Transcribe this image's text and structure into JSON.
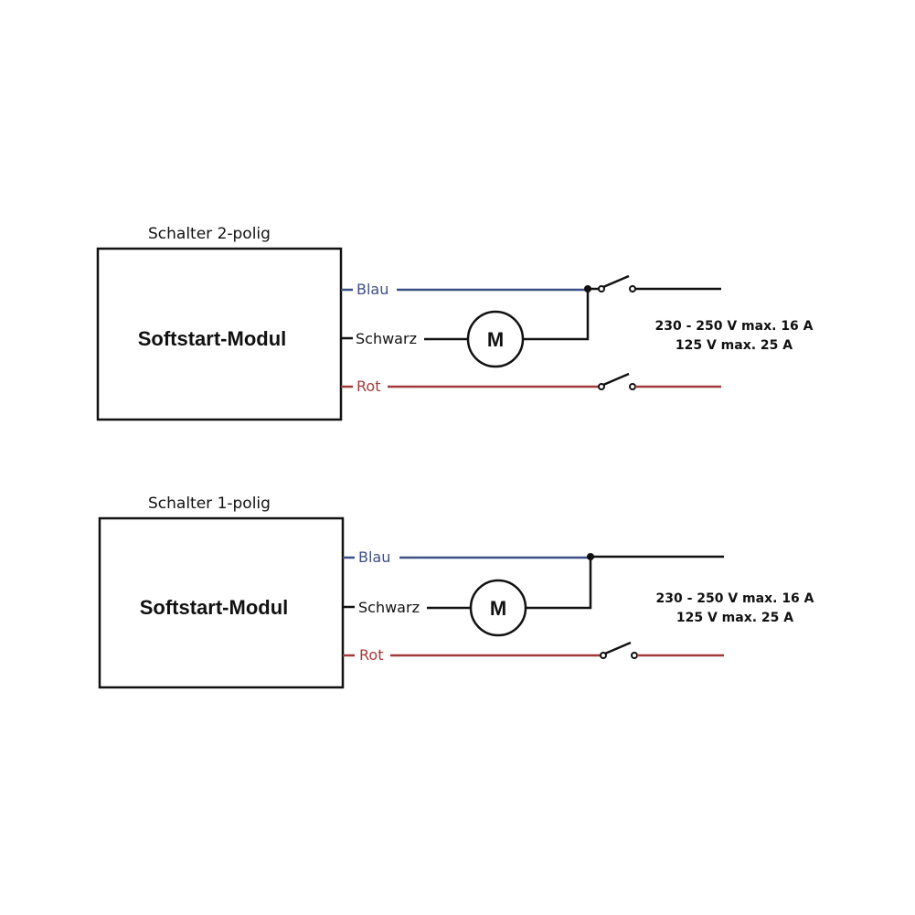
{
  "colors": {
    "blue": "#3d4f86",
    "black": "#111111",
    "red": "#a33a3a"
  },
  "diagrams": [
    {
      "caption": "Schalter 2-polig",
      "module": "Softstart-Modul",
      "wires": {
        "blue": "Blau",
        "black": "Schwarz",
        "red": "Rot"
      },
      "motor": "M",
      "rating": [
        "230 - 250 V max. 16 A",
        "125 V max. 25 A"
      ]
    },
    {
      "caption": "Schalter 1-polig",
      "module": "Softstart-Modul",
      "wires": {
        "blue": "Blau",
        "black": "Schwarz",
        "red": "Rot"
      },
      "motor": "M",
      "rating": [
        "230 - 250 V max. 16 A",
        "125 V max. 25 A"
      ]
    }
  ]
}
